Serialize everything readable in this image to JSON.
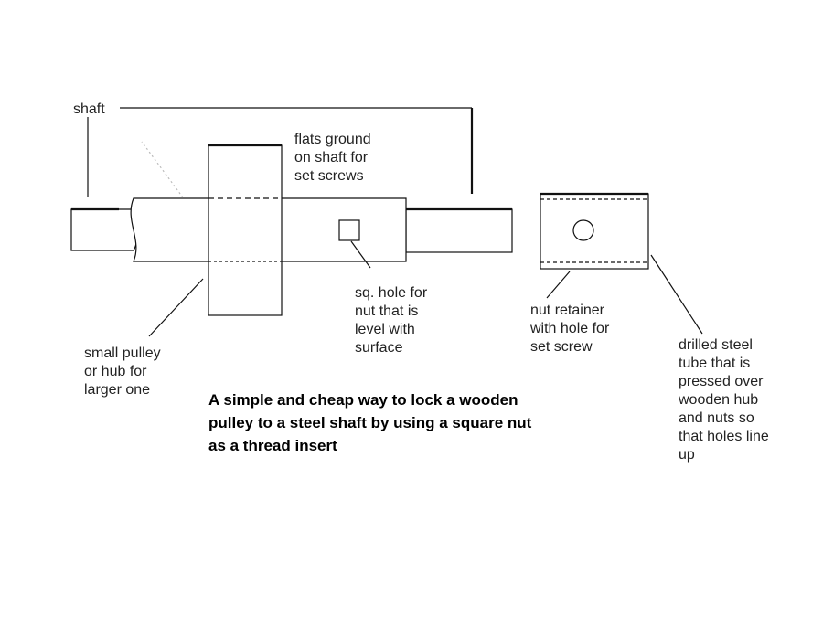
{
  "labels": {
    "shaft": "shaft",
    "flats": [
      "flats ground",
      "on shaft for",
      "set screws"
    ],
    "sq_hole": [
      "sq. hole for",
      "nut that is",
      "level with",
      "surface"
    ],
    "nut_retainer": [
      "nut retainer",
      "with hole for",
      "set screw"
    ],
    "small_pulley": [
      "small pulley",
      "or hub for",
      "larger one"
    ],
    "drilled_tube": [
      "drilled steel",
      "tube that is",
      "pressed over",
      "wooden hub",
      "and nuts so",
      "that holes line",
      "up"
    ]
  },
  "caption": [
    "A simple and cheap way to lock a wooden",
    "pulley to a steel shaft by using a square nut",
    "as a thread insert"
  ]
}
